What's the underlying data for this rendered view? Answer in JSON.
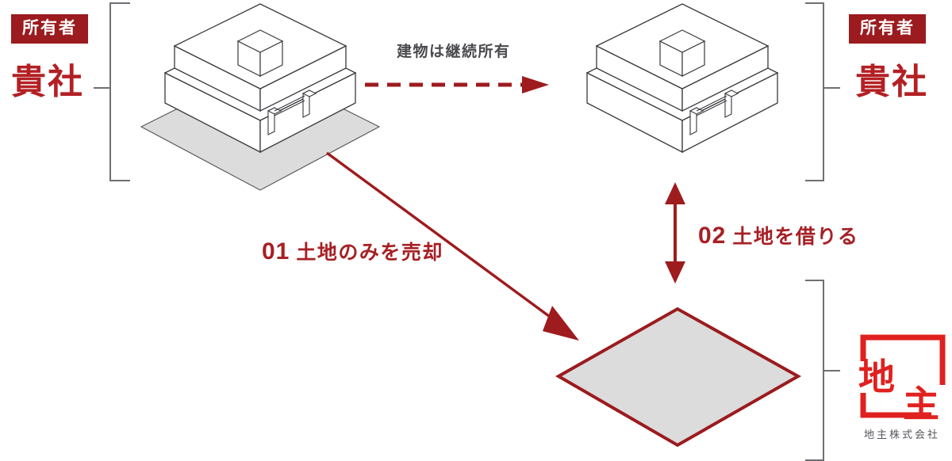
{
  "diagram": {
    "title_hidden": "",
    "colors": {
      "brand_red": "#9B1B1E",
      "text_red": "#B32024",
      "arrow_red": "#9E1B1E",
      "bracket_gray": "#6f6f74",
      "land_fill": "#DCDCDC",
      "building_stroke": "#3a3a3f",
      "label_gray": "#4a4a4f"
    }
  },
  "left_party": {
    "badge": "所有者",
    "name": "貴社"
  },
  "right_party": {
    "badge": "所有者",
    "name": "貴社"
  },
  "landowner": {
    "logo_char_1": "地",
    "logo_char_2": "主",
    "caption": "地主株式会社"
  },
  "arrows": {
    "building_retained": {
      "label": "建物は継続所有",
      "style": "dashed",
      "direction": "right"
    },
    "step_01": {
      "number": "01",
      "label": "土地のみを売却",
      "style": "solid",
      "direction": "down-right"
    },
    "step_02": {
      "number": "02",
      "label": "土地を借りる",
      "style": "solid",
      "direction": "up-down"
    }
  },
  "objects": {
    "left_building": "building-with-land",
    "right_building": "building-only",
    "land_parcel": "land-plot"
  }
}
